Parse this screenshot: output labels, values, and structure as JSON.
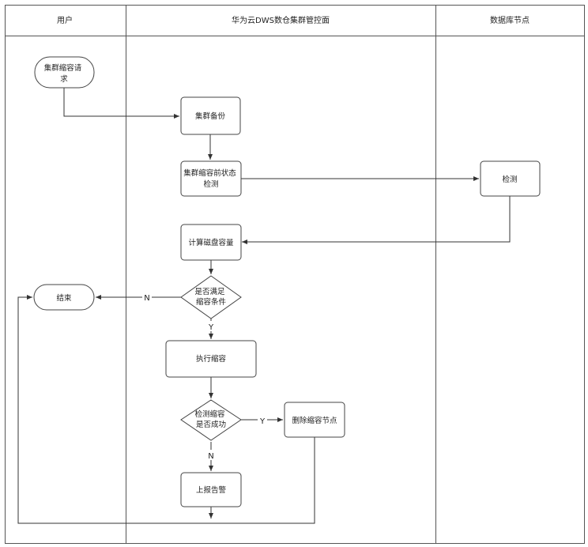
{
  "lanes": [
    {
      "title": "用户"
    },
    {
      "title": "华为云DWS数仓集群管控面"
    },
    {
      "title": "数据库节点"
    }
  ],
  "nodes": {
    "start": {
      "lines": [
        "集群缩容请",
        "求"
      ]
    },
    "backup": {
      "lines": [
        "集群备份"
      ]
    },
    "precheck": {
      "lines": [
        "集群缩容前状态",
        "检测"
      ]
    },
    "detect": {
      "lines": [
        "检测"
      ]
    },
    "calc": {
      "lines": [
        "计算磁盘容量"
      ]
    },
    "cond1": {
      "lines": [
        "是否满足",
        "缩容条件"
      ]
    },
    "end": {
      "lines": [
        "结束"
      ]
    },
    "exec": {
      "lines": [
        "执行缩容"
      ]
    },
    "cond2": {
      "lines": [
        "检测缩容",
        "是否成功"
      ]
    },
    "delete_nodes": {
      "lines": [
        "删除缩容节点"
      ]
    },
    "alarm": {
      "lines": [
        "上报告警"
      ]
    }
  },
  "edge_labels": {
    "cond1_no": "N",
    "cond1_yes": "Y",
    "cond2_yes": "Y",
    "cond2_no": "N"
  }
}
